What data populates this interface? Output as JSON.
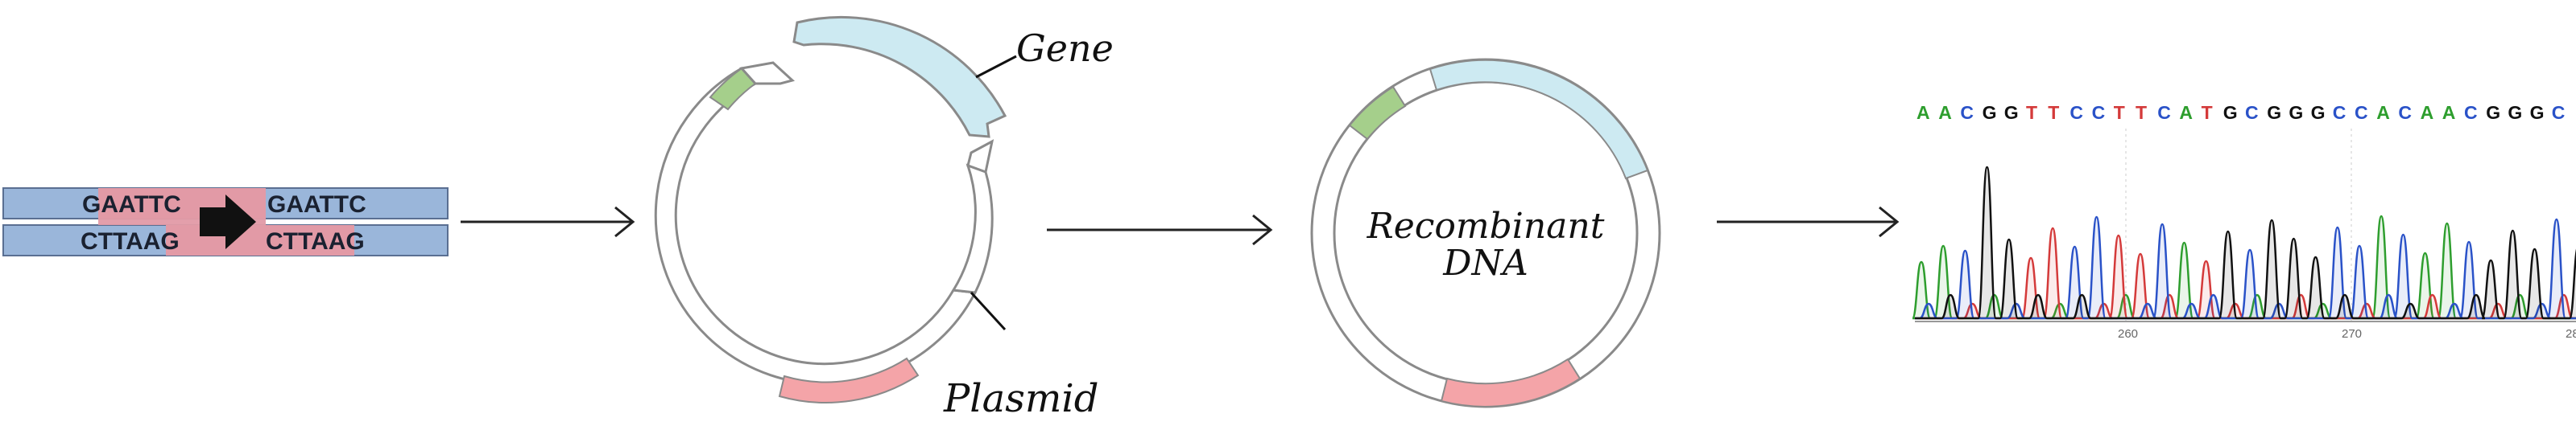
{
  "dna_segment": {
    "top_strand": [
      "GAATTC",
      "GAATTC"
    ],
    "bottom_strand": [
      "CTTAAG",
      "CTTAAG"
    ],
    "colors": {
      "strand": "#9ab6da",
      "insert": "#e29aa6",
      "outline": "#5a6f92",
      "arrow": "#111111"
    }
  },
  "plasmid_open": {
    "gene_label": "Gene",
    "plasmid_label": "Plasmid",
    "colors": {
      "gene": "#cdeaf2",
      "green_segment": "#a5cf8b",
      "red_segment": "#f4a4a8",
      "ring": "#8a8a8a"
    }
  },
  "recombinant": {
    "label_lines": [
      "Recombinant",
      "DNA"
    ]
  },
  "chromatogram": {
    "bases": [
      "A",
      "A",
      "C",
      "G",
      "G",
      "T",
      "T",
      "C",
      "C",
      "T",
      "T",
      "C",
      "A",
      "T",
      "G",
      "C",
      "G",
      "G",
      "G",
      "C",
      "C",
      "A",
      "C",
      "A",
      "A",
      "C",
      "G",
      "G",
      "G",
      "C"
    ],
    "ticks": [
      "260",
      "270",
      "28"
    ],
    "colors": {
      "A": "#2e9e2e",
      "C": "#2a52c8",
      "G": "#111111",
      "T": "#d43a3a"
    }
  }
}
